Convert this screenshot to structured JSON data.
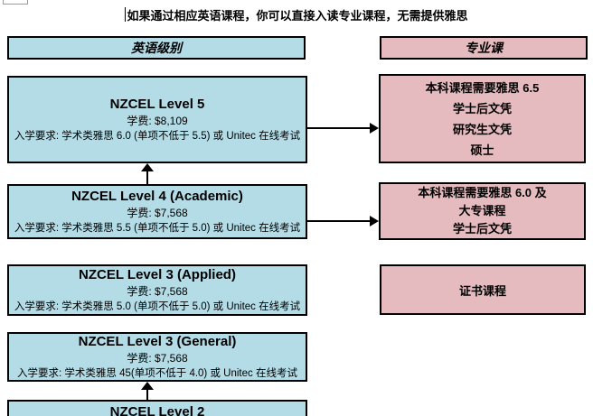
{
  "title": "如果通过相应英语课程，你可以直接入读专业课程，无需提供雅思",
  "columns": {
    "english": {
      "header": "英语级别"
    },
    "professional": {
      "header": "专业课"
    }
  },
  "levels": [
    {
      "name": "NZCEL Level 5",
      "tuition": "学费: $8,109",
      "requirement": "入学要求: 学术类雅思 6.0 (单项不低于 5.5) 或 Unitec 在线考试"
    },
    {
      "name": "NZCEL Level 4 (Academic)",
      "tuition": "学费: $7,568",
      "requirement": "入学要求: 学术类雅思 5.5 (单项不低于 5.0) 或 Unitec 在线考试"
    },
    {
      "name": "NZCEL Level 3 (Applied)",
      "tuition": "学费: $7,568",
      "requirement": "入学要求: 学术类雅思 5.0 (单项不低于 5.0) 或 Unitec 在线考试"
    },
    {
      "name": "NZCEL Level 3 (General)",
      "tuition": "学费: $7,568",
      "requirement": "入学要求: 学术类雅思 45(单项不低于 4.0) 或 Unitec 在线考试"
    },
    {
      "name": "NZCEL Level 2"
    }
  ],
  "outcomes": [
    {
      "lines": [
        "本科课程需要雅思 6.5",
        "学士后文凭",
        "研究生文凭",
        "硕士"
      ]
    },
    {
      "lines": [
        "本科课程需要雅思 6.0 及",
        "大专课程",
        "学士后文凭"
      ]
    },
    {
      "lines": [
        "证书课程"
      ]
    }
  ],
  "colors": {
    "english_box": "#B3DCE6",
    "professional_box": "#E6BBBF",
    "border": "#000000"
  }
}
